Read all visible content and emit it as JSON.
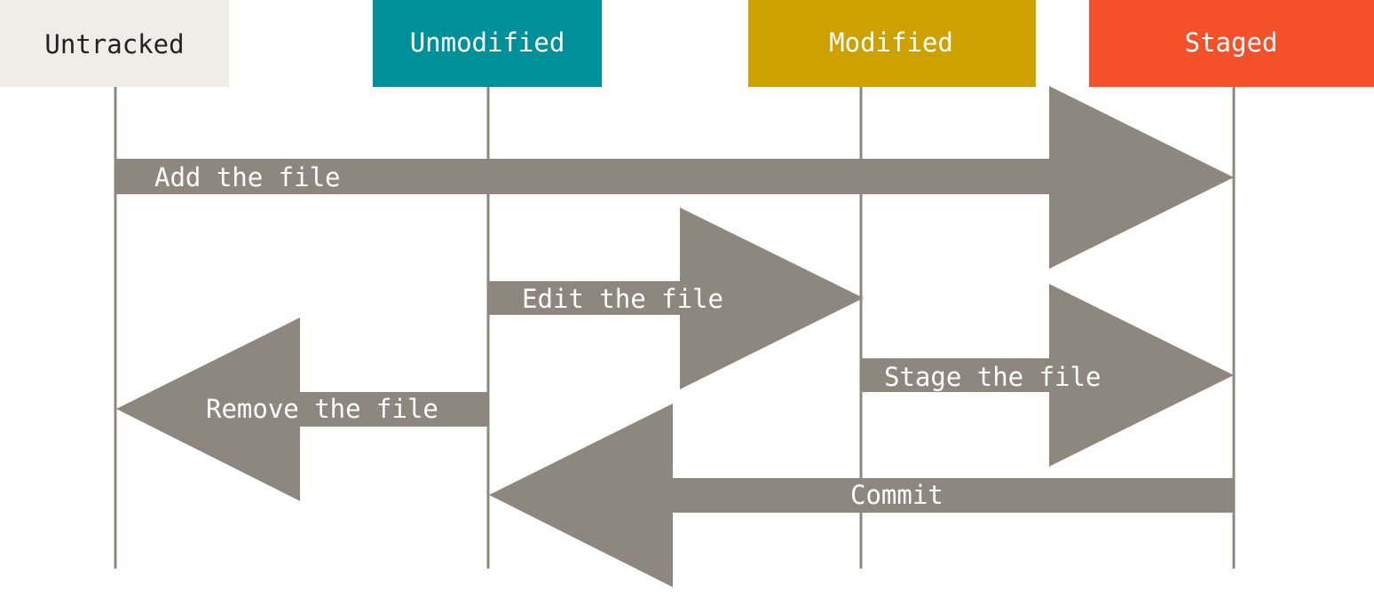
{
  "colors": {
    "arrow": "#8d8780",
    "lifeline": "#8d8780",
    "background": "#ffffff"
  },
  "states": [
    {
      "id": "untracked",
      "label": "Untracked",
      "fill": "#efede8",
      "text_color": "#222222"
    },
    {
      "id": "unmodified",
      "label": "Unmodified",
      "fill": "#00909a",
      "text_color": "#ffffff"
    },
    {
      "id": "modified",
      "label": "Modified",
      "fill": "#cda100",
      "text_color": "#ffffff"
    },
    {
      "id": "staged",
      "label": "Staged",
      "fill": "#f4502a",
      "text_color": "#ffffff"
    }
  ],
  "transitions": [
    {
      "id": "add",
      "label": "Add the file",
      "from": "untracked",
      "to": "staged"
    },
    {
      "id": "edit",
      "label": "Edit the file",
      "from": "unmodified",
      "to": "modified"
    },
    {
      "id": "remove",
      "label": "Remove the file",
      "from": "unmodified",
      "to": "untracked"
    },
    {
      "id": "stage",
      "label": "Stage the file",
      "from": "modified",
      "to": "staged"
    },
    {
      "id": "commit",
      "label": "Commit",
      "from": "staged",
      "to": "unmodified"
    }
  ]
}
